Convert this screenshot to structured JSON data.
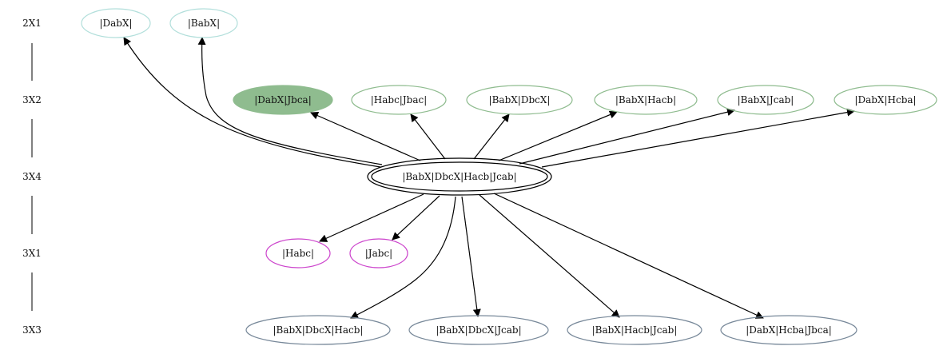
{
  "ranks": [
    {
      "id": "r1",
      "label": "2X1"
    },
    {
      "id": "r2",
      "label": "3X2"
    },
    {
      "id": "r3",
      "label": "3X4"
    },
    {
      "id": "r4",
      "label": "3X1"
    },
    {
      "id": "r5",
      "label": "3X3"
    }
  ],
  "nodes": [
    {
      "id": "n_dabx",
      "label": "|DabX|",
      "rank": "2X1",
      "stroke": "#b2dfdb",
      "fill": "none"
    },
    {
      "id": "n_babx",
      "label": "|BabX|",
      "rank": "2X1",
      "stroke": "#b2dfdb",
      "fill": "none"
    },
    {
      "id": "n_dabx_jbca",
      "label": "|DabX|Jbca|",
      "rank": "3X2",
      "stroke": "#8fbc8f",
      "fill": "#8fbc8f"
    },
    {
      "id": "n_habc_jbac",
      "label": "|Habc|Jbac|",
      "rank": "3X2",
      "stroke": "#8fbc8f",
      "fill": "none"
    },
    {
      "id": "n_babx_dbcx",
      "label": "|BabX|DbcX|",
      "rank": "3X2",
      "stroke": "#8fbc8f",
      "fill": "none"
    },
    {
      "id": "n_babx_hacb",
      "label": "|BabX|Hacb|",
      "rank": "3X2",
      "stroke": "#8fbc8f",
      "fill": "none"
    },
    {
      "id": "n_babx_jcab",
      "label": "|BabX|Jcab|",
      "rank": "3X2",
      "stroke": "#8fbc8f",
      "fill": "none"
    },
    {
      "id": "n_dabx_hcba",
      "label": "|DabX|Hcba|",
      "rank": "3X2",
      "stroke": "#8fbc8f",
      "fill": "none"
    },
    {
      "id": "n_center",
      "label": "|BabX|DbcX|Hacb|Jcab|",
      "rank": "3X4",
      "stroke": "#000000",
      "fill": "none",
      "double": true
    },
    {
      "id": "n_habc",
      "label": "|Habc|",
      "rank": "3X1",
      "stroke": "#cc44cc",
      "fill": "none"
    },
    {
      "id": "n_jabc",
      "label": "|Jabc|",
      "rank": "3X1",
      "stroke": "#cc44cc",
      "fill": "none"
    },
    {
      "id": "n_babx_dbcx_hacb",
      "label": "|BabX|DbcX|Hacb|",
      "rank": "3X3",
      "stroke": "#778899",
      "fill": "none"
    },
    {
      "id": "n_babx_dbcx_jcab",
      "label": "|BabX|DbcX|Jcab|",
      "rank": "3X3",
      "stroke": "#778899",
      "fill": "none"
    },
    {
      "id": "n_babx_hacb_jcab",
      "label": "|BabX|Hacb|Jcab|",
      "rank": "3X3",
      "stroke": "#778899",
      "fill": "none"
    },
    {
      "id": "n_dabx_hcba_jbca",
      "label": "|DabX|Hcba|Jbca|",
      "rank": "3X3",
      "stroke": "#778899",
      "fill": "none"
    }
  ],
  "edges": [
    {
      "from": "n_center",
      "to": "n_dabx"
    },
    {
      "from": "n_center",
      "to": "n_babx"
    },
    {
      "from": "n_center",
      "to": "n_dabx_jbca"
    },
    {
      "from": "n_center",
      "to": "n_habc_jbac"
    },
    {
      "from": "n_center",
      "to": "n_babx_dbcx"
    },
    {
      "from": "n_center",
      "to": "n_babx_hacb"
    },
    {
      "from": "n_center",
      "to": "n_babx_jcab"
    },
    {
      "from": "n_center",
      "to": "n_dabx_hcba"
    },
    {
      "from": "n_center",
      "to": "n_habc"
    },
    {
      "from": "n_center",
      "to": "n_jabc"
    },
    {
      "from": "n_center",
      "to": "n_babx_dbcx_hacb"
    },
    {
      "from": "n_center",
      "to": "n_babx_dbcx_jcab"
    },
    {
      "from": "n_center",
      "to": "n_babx_hacb_jcab"
    },
    {
      "from": "n_center",
      "to": "n_dabx_hcba_jbca"
    }
  ]
}
